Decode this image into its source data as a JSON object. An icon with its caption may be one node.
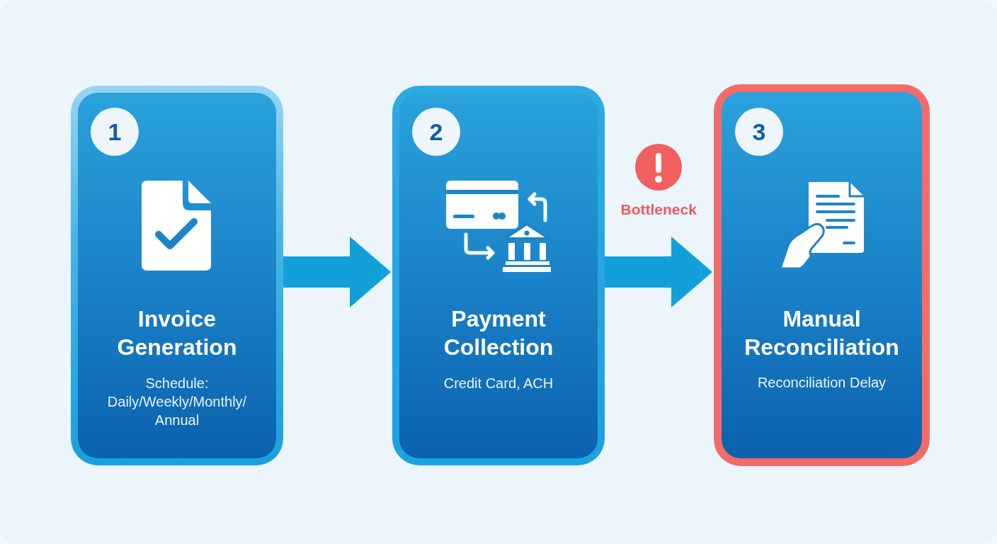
{
  "diagram": {
    "nodes": [
      {
        "text": [
          "Invoice Generation",
          "Schedule: Daily/Weekly/Monthly/ Annual"
        ]
      },
      {
        "text": [
          "1"
        ],
        "in": 0
      },
      {
        "text": [
          "Payment Collection",
          "Credit Card, ACH"
        ]
      },
      {
        "text": [
          "2"
        ],
        "in": 2
      },
      {
        "text": [
          "Manual Reconciliation",
          "Reconciliation Delay"
        ]
      },
      {
        "text": [
          "3"
        ],
        "in": 4
      }
    ],
    "edges": [
      {
        "from": 0,
        "to": 2,
        "arrow": "to"
      },
      {
        "from": 2,
        "to": 4,
        "arrow": "to",
        "label": "Bottleneck"
      }
    ]
  }
}
